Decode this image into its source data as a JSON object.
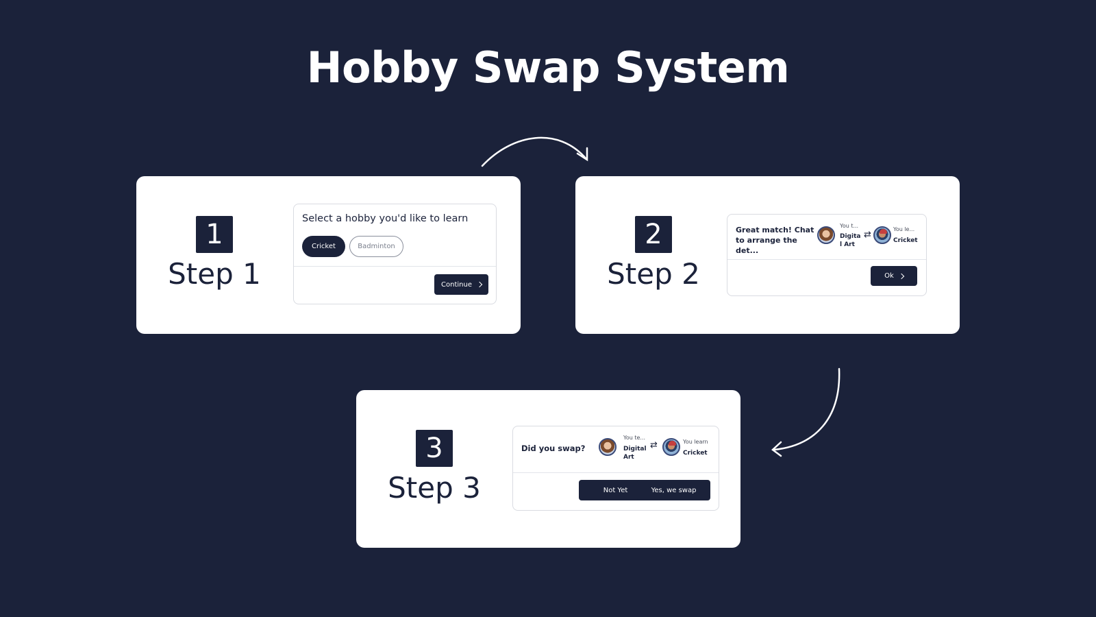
{
  "title": "Hobby Swap System",
  "steps": [
    {
      "number": "1",
      "label": "Step 1",
      "question": "Select a hobby you'd like to learn",
      "chips": [
        "Cricket",
        "Badminton"
      ],
      "button": "Continue",
      "button_icon": "chevron-right-icon"
    },
    {
      "number": "2",
      "label": "Step 2",
      "message": "Great match! Chat to arrange the det...",
      "teach_label": "You t...",
      "teach_value": "Digita l Art",
      "learn_label": "You le...",
      "learn_value": "Cricket",
      "button": "Ok",
      "button_icon": "chevron-right-icon"
    },
    {
      "number": "3",
      "label": "Step 3",
      "question": "Did you swap?",
      "teach_label": "You te...",
      "teach_value": "Digital Art",
      "learn_label": "You learn",
      "learn_value": "Cricket",
      "buttons": [
        "Not Yet",
        "Yes, we swap"
      ]
    }
  ],
  "icons": {
    "swap": "swap-arrows-icon",
    "avatar_teacher": "avatar-female",
    "avatar_learner": "avatar-male"
  },
  "colors": {
    "background": "#1b223a",
    "card": "#ffffff",
    "accent": "#1b223a"
  }
}
